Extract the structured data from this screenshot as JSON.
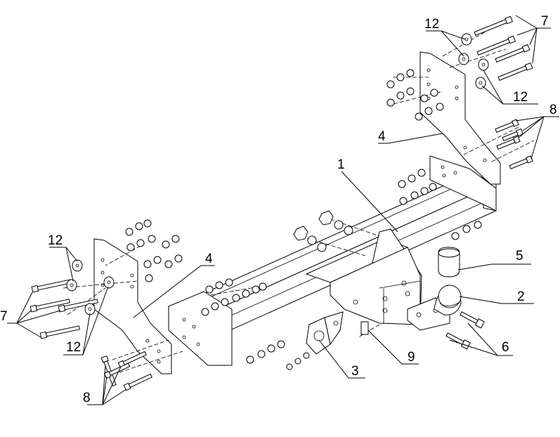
{
  "diagram": {
    "labels": {
      "main_beam": "1",
      "tow_ball": "2",
      "socket_plate": "3",
      "bracket_left": "4",
      "bracket_right": "4",
      "ball_cover": "5",
      "bolts_ball": "6",
      "bolts_left": "7",
      "bolts_right": "7",
      "bolts_8_left": "8",
      "bolts_8_right": "8",
      "bolt_9": "9",
      "washers_left_top": "12",
      "washers_left_bottom": "12",
      "washers_right_top": "12",
      "washers_right_bottom": "12"
    },
    "colors": {
      "line": "#000000",
      "background": "#ffffff"
    }
  }
}
